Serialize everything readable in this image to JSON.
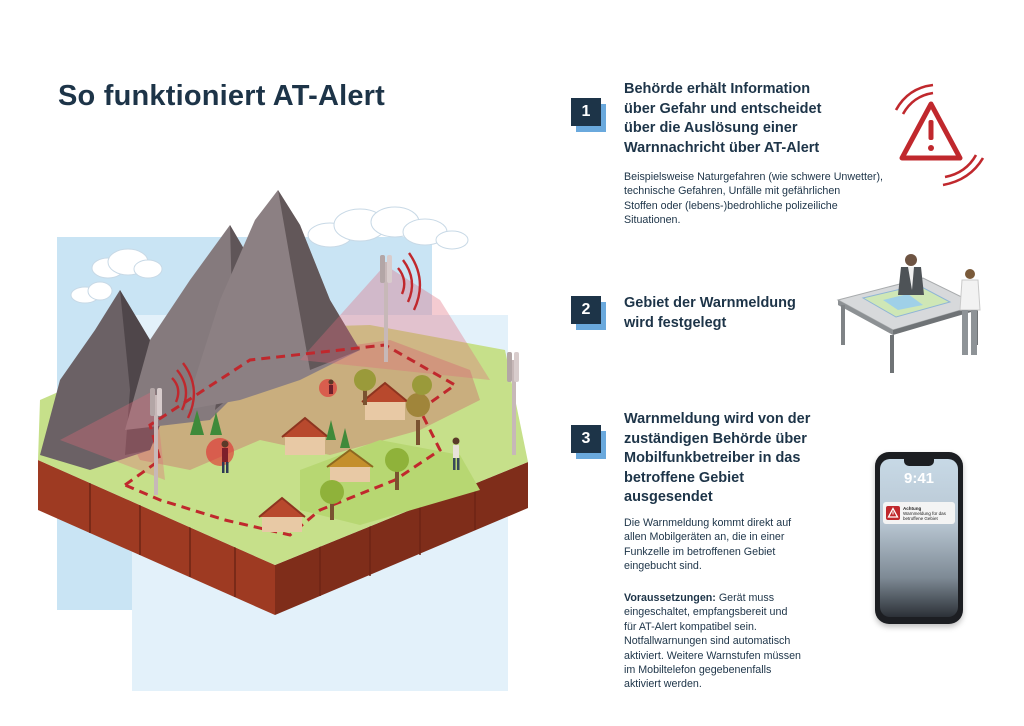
{
  "title": "So funktioniert AT-Alert",
  "steps": [
    {
      "number": "1",
      "heading": "Behörde erhält Information\nüber Gefahr und entscheidet\nüber die Auslösung einer\nWarnnachricht über AT-Alert",
      "body": "Beispielsweise Naturgefahren (wie schwere Unwetter),\ntechnische Gefahren, Unfälle mit gefährlichen\nStoffen oder (lebens-)bedrohliche polizeiliche\nSituationen.",
      "icon": "warning-triangle-icon"
    },
    {
      "number": "2",
      "heading": "Gebiet der Warnmeldung\nwird festgelegt",
      "icon": "officials-at-map-table"
    },
    {
      "number": "3",
      "heading": "Warnmeldung wird von der\nzuständigen Behörde über\nMobilfunkbetreiber in das\nbetroffene Gebiet\nausgesendet",
      "body": "Die Warnmeldung kommt direkt auf\nallen Mobilgeräten an, die in einer\nFunkzelle im betroffenen Gebiet\neingebucht sind.",
      "requirements_label": "Voraussetzungen:",
      "requirements_text": " Gerät muss\neingeschaltet, empfangsbereit und\nfür AT-Alert kompatibel sein.\nNotfallwarnungen sind automatisch\naktiviert. Weitere Warnstufen müssen\nim Mobiltelefon gegebenenfalls\naktiviert werden.",
      "icon": "smartphone-icon"
    }
  ],
  "phone": {
    "time": "9:41",
    "notification_title": "Achtung",
    "notification_text": "Warnmeldung für das betroffene Gebiet"
  },
  "colors": {
    "navy": "#1d3448",
    "accent_blue": "#6aa9dd",
    "alert_red": "#c0282d",
    "light_blue_bg": "#c9e4f4"
  }
}
